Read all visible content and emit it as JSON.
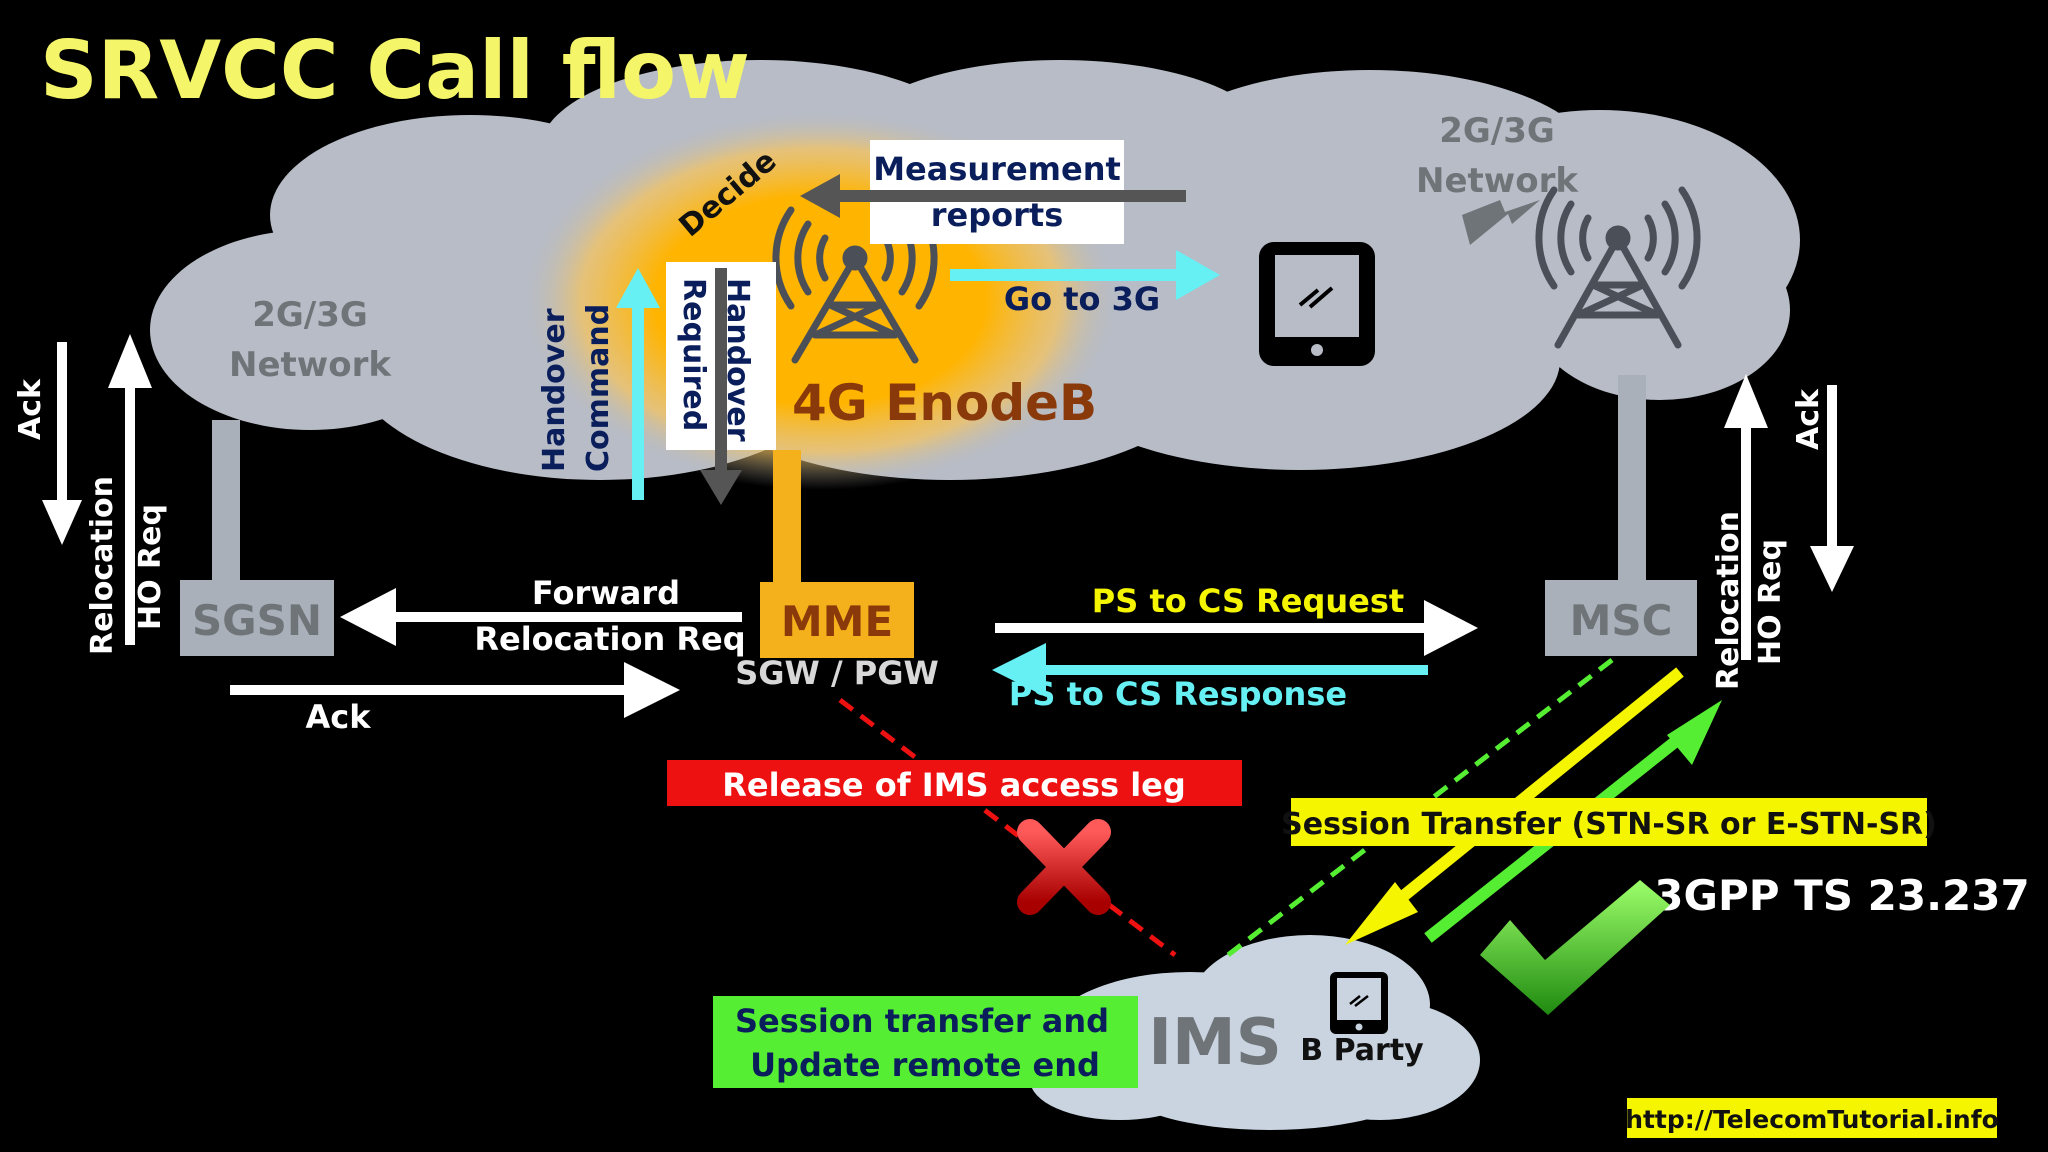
{
  "title": "SRVCC Call flow",
  "colors": {
    "background": "#000000",
    "title": "#f5f56a",
    "cloud": "#b7bcc6",
    "enodeb_glow": "#ffb400",
    "node_gray": "#aab0ba",
    "node_orange": "#f5b11c",
    "arrow_white": "#ffffff",
    "arrow_cyan": "#66f0f4",
    "arrow_gray": "#555555",
    "arrow_yellow": "#f5f500",
    "arrow_green": "#55ee33",
    "release_red": "#ee1111",
    "session_green": "#55ee33",
    "dark_navy": "#0b1e5c",
    "brown": "#8a3a0a"
  },
  "clouds": {
    "left_network": {
      "line1": "2G/3G",
      "line2": "Network"
    },
    "right_network": {
      "line1": "2G/3G",
      "line2": "Network"
    }
  },
  "enodeb": {
    "label": "4G EnodeB"
  },
  "nodes": {
    "sgsn": "SGSN",
    "mme": "MME",
    "sgw_pgw": "SGW / PGW",
    "msc": "MSC",
    "ims": "IMS",
    "b_party": "B Party"
  },
  "messages": {
    "measurement_reports": {
      "line1": "Measurement",
      "line2": "reports"
    },
    "decide": "Decide",
    "go_to_3g": "Go to 3G",
    "handover_required": {
      "line1": "Handover",
      "line2": "Required"
    },
    "handover_command": {
      "line1": "Handover",
      "line2": "Command"
    },
    "forward_relocation": {
      "line1": "Forward",
      "line2": "Relocation Req"
    },
    "ack_bottom": "Ack",
    "ack_left": "Ack",
    "relocation_left": {
      "line1": "Relocation",
      "line2": "HO Req"
    },
    "ack_right": "Ack",
    "relocation_right": {
      "line1": "Relocation",
      "line2": "HO Req"
    },
    "ps_to_cs_request": "PS to CS Request",
    "ps_to_cs_response": "PS to CS Response",
    "release_ims": "Release of IMS access leg",
    "session_transfer": "Session Transfer (STN-SR or E-STN-SR)",
    "spec": "3GPP TS 23.237",
    "session_update": {
      "line1": "Session transfer and",
      "line2": "Update remote end"
    }
  },
  "source_url": "http://TelecomTutorial.info",
  "icons": [
    "cell-tower-icon",
    "smartphone-icon",
    "red-cross-icon",
    "green-check-icon"
  ]
}
